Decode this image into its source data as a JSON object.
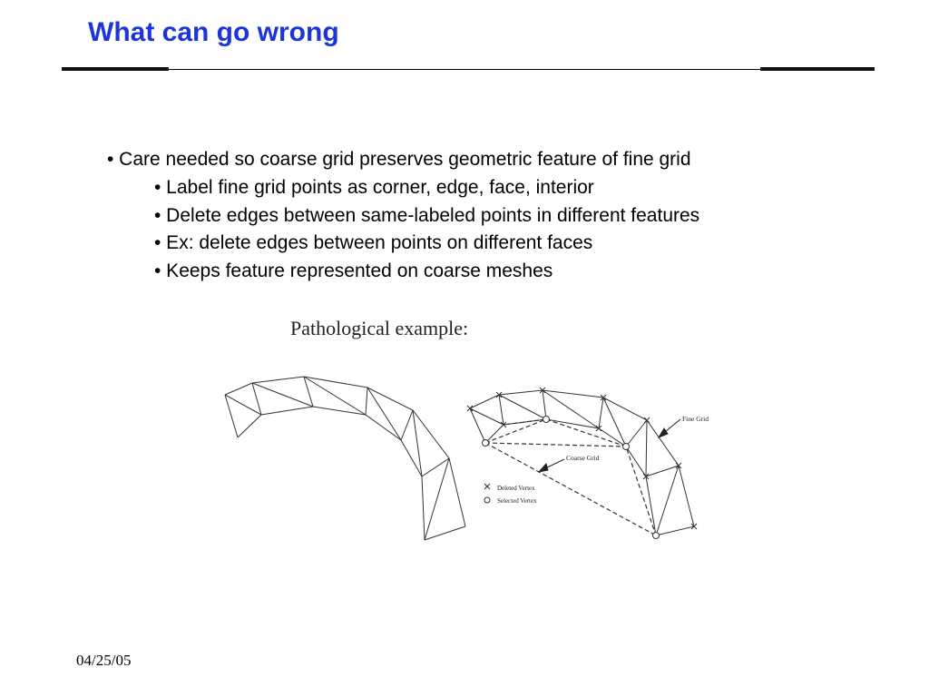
{
  "slide": {
    "title": "What can go wrong",
    "bullets": [
      "• Care needed so coarse grid preserves geometric feature of fine grid",
      "• Label fine grid points as corner, edge, face, interior",
      "• Delete edges between same-labeled points in different features",
      "• Ex: delete edges between points on different faces",
      "• Keeps feature represented on coarse meshes"
    ],
    "figure": {
      "heading": "Pathological example:",
      "label_fine_grid": "Fine Grid",
      "label_coarse_grid": "Coarse Grid",
      "legend_deleted": "Deleted Vertex",
      "legend_selected": "Selected Vertex"
    },
    "footer_date": "04/25/05",
    "colors": {
      "title": "#1c35d8",
      "text": "#000000"
    }
  }
}
